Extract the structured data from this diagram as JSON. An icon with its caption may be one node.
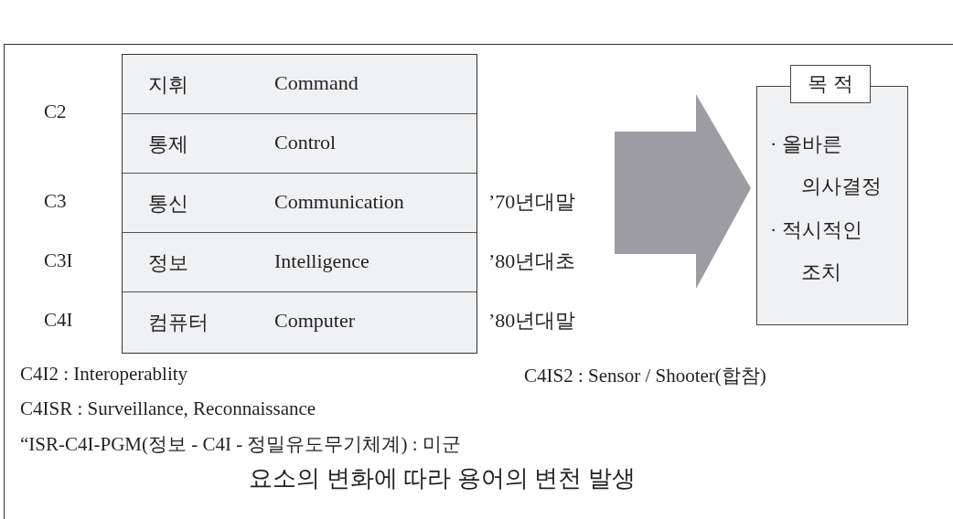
{
  "diagram": {
    "caption": "요소의 변화에 따라 용어의 변천 발생",
    "nodes": [
      {
        "text": [
          "지휘",
          "Command",
          "통제",
          "Control",
          "통신",
          "Communication",
          "정보",
          "Intelligence",
          "컴퓨터",
          "Computer"
        ],
        "beside": [
          "’70년대말",
          "’80년대초",
          "’80년대말"
        ]
      },
      {
        "text": [
          "목 적",
          "· 올바른 의사결정",
          "· 적시적인 조치"
        ]
      }
    ],
    "edges": [
      {
        "from": 0,
        "to": 1,
        "arrow": "to",
        "style": "thick",
        "color": "#9e9ca3"
      }
    ],
    "labels": [
      "C2",
      "C3",
      "C3I",
      "C4I",
      "C4I2 : Interoperablity",
      "C4IS2 : Sensor / Shooter(합참)",
      "C4ISR : Surveillance, Reconnaissance",
      "“ISR-C4I-PGM(정보 - C4I - 정밀유도무기체계) : 미군"
    ]
  }
}
